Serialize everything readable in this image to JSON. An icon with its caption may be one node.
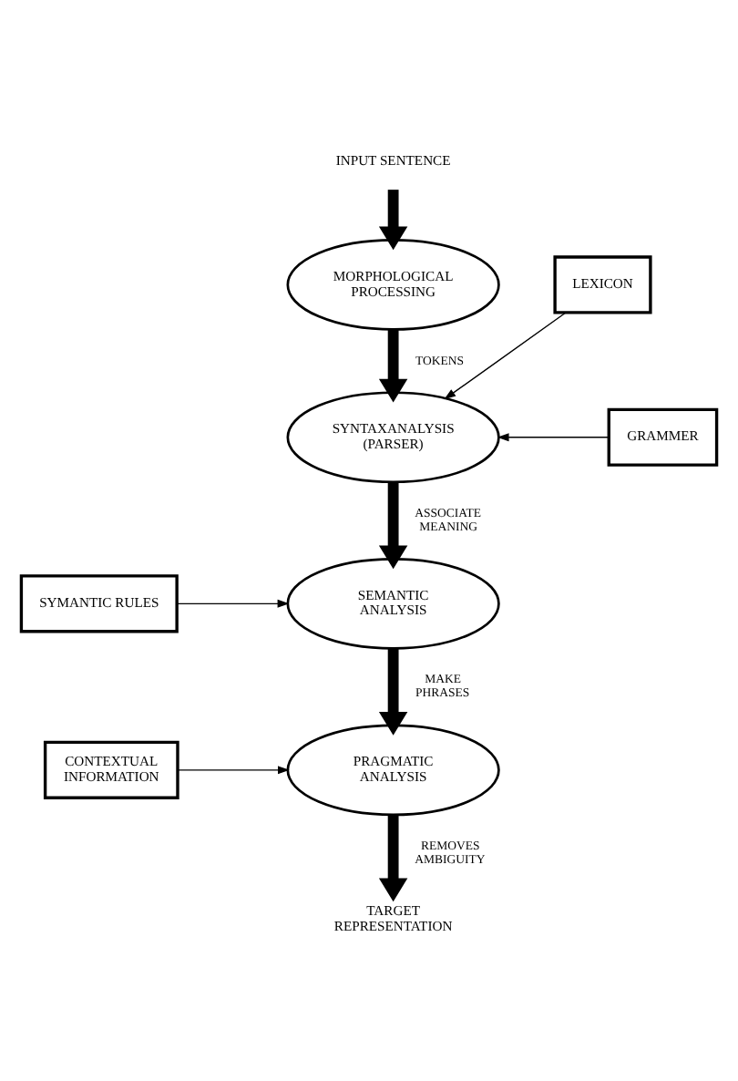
{
  "diagram": {
    "nodes": [
      {
        "text": [
          "INPUT SENTENCE"
        ]
      },
      {
        "text": [
          "MORPHOLOGICAL PROCESSING"
        ]
      },
      {
        "text": [
          "LEXICON"
        ]
      },
      {
        "text": [
          "SYNTAXANALYSIS (PARSER)"
        ]
      },
      {
        "text": [
          "GRAMMER"
        ]
      },
      {
        "text": [
          "SYMANTIC RULES"
        ]
      },
      {
        "text": [
          "SEMANTIC ANALYSIS"
        ]
      },
      {
        "text": [
          "CONTEXTUAL INFORMATION"
        ]
      },
      {
        "text": [
          "PRAGMATIC ANALYSIS"
        ]
      },
      {
        "text": [
          "TARGET REPRESENTATION"
        ]
      }
    ],
    "edges": [
      {
        "from": 0,
        "to": 1,
        "arrow": "to"
      },
      {
        "from": 1,
        "to": 3,
        "arrow": "to",
        "label": "TOKENS"
      },
      {
        "from": 2,
        "to": 3,
        "arrow": "to"
      },
      {
        "from": 4,
        "to": 3,
        "arrow": "to"
      },
      {
        "from": 3,
        "to": 6,
        "arrow": "to",
        "label": "ASSOCIATE MEANING"
      },
      {
        "from": 5,
        "to": 6,
        "arrow": "to"
      },
      {
        "from": 6,
        "to": 8,
        "arrow": "to",
        "label": "MAKE PHRASES"
      },
      {
        "from": 7,
        "to": 8,
        "arrow": "to"
      },
      {
        "from": 8,
        "to": 9,
        "arrow": "to",
        "label": "REMOVES AMBIGUITY"
      }
    ]
  }
}
